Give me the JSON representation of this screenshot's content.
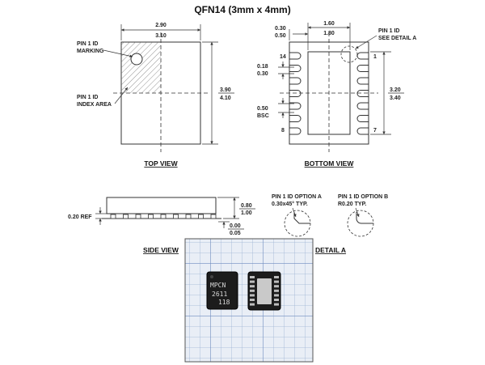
{
  "title": "QFN14 (3mm x 4mm)",
  "top_view": {
    "caption": "TOP VIEW",
    "width_min": "2.90",
    "width_max": "3.10",
    "height_min": "3.90",
    "height_max": "4.10",
    "pin1_marking": [
      "PIN 1 ID",
      "MARKING"
    ],
    "pin1_index": [
      "PIN 1 ID",
      "INDEX AREA"
    ]
  },
  "bottom_view": {
    "caption": "BOTTOM VIEW",
    "pad_width_min": "1.60",
    "pad_width_max": "1.80",
    "pad_height_min": "3.20",
    "pad_height_max": "3.40",
    "edge_min": "0.30",
    "edge_max": "0.50",
    "lead_width_min": "0.18",
    "lead_width_max": "0.30",
    "pitch": "0.50",
    "pitch_note": "BSC",
    "pin1_id": [
      "PIN 1 ID",
      "SEE DETAIL A"
    ],
    "pins": [
      "14",
      "8",
      "1",
      "7"
    ]
  },
  "side_view": {
    "caption": "SIDE VIEW",
    "ref": "0.20 REF",
    "height_min": "0.80",
    "height_max": "1.00",
    "standoff_min": "0.00",
    "standoff_max": "0.05"
  },
  "detail_a": {
    "caption": "DETAIL A",
    "option_a": [
      "PIN 1 ID OPTION A",
      "0.30x45° TYP."
    ],
    "option_b": [
      "PIN 1 ID OPTION B",
      "R0.20 TYP."
    ]
  },
  "photo": {
    "chip_text": [
      "MPCN",
      "2611",
      "118"
    ]
  }
}
